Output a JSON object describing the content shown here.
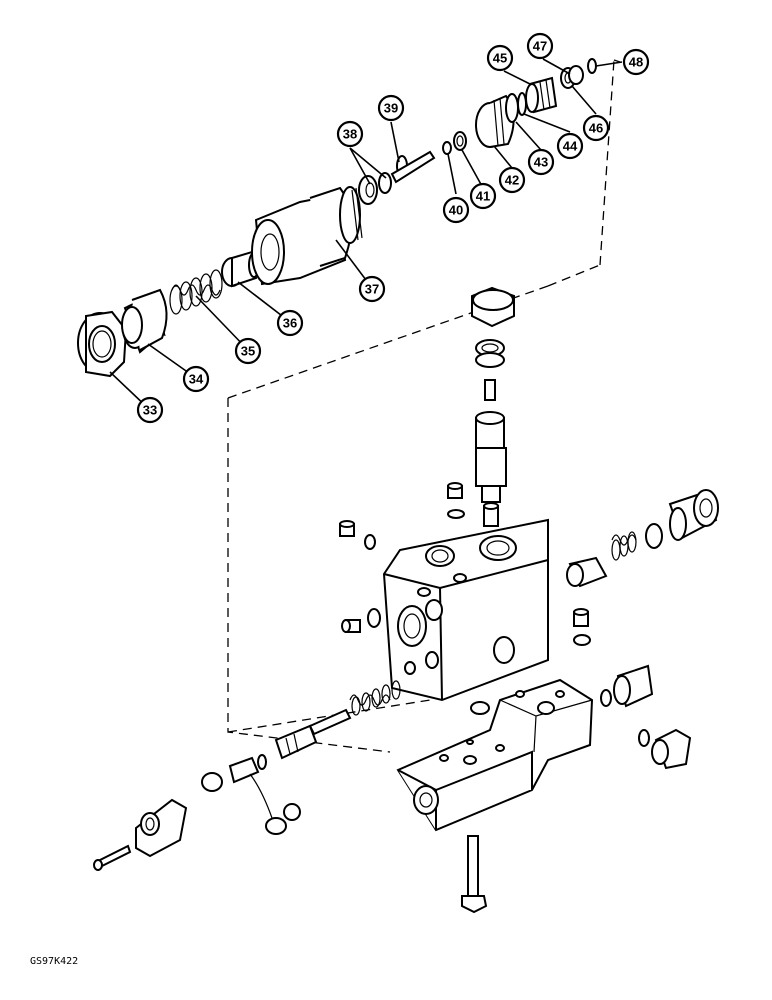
{
  "diagram": {
    "reference_code": "GS97K422",
    "callouts": [
      "33",
      "34",
      "35",
      "36",
      "37",
      "38",
      "39",
      "40",
      "41",
      "42",
      "43",
      "44",
      "45",
      "46",
      "47",
      "48"
    ]
  }
}
